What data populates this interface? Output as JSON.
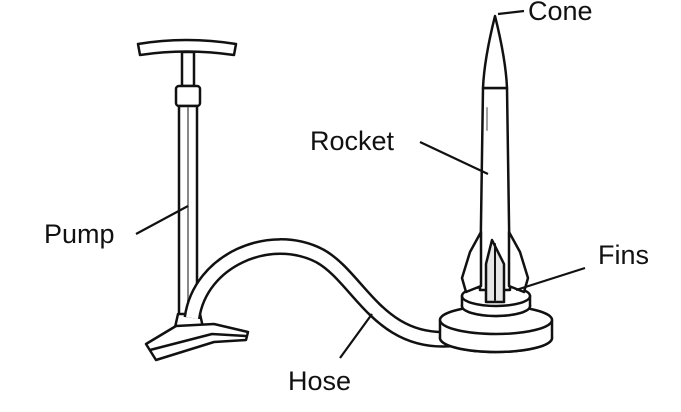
{
  "labels": {
    "cone": "Cone",
    "rocket": "Rocket",
    "pump": "Pump",
    "fins": "Fins",
    "hose": "Hose"
  },
  "colors": {
    "ink": "#111111",
    "fill": "#ffffff",
    "shade": "#e6e6e6"
  }
}
